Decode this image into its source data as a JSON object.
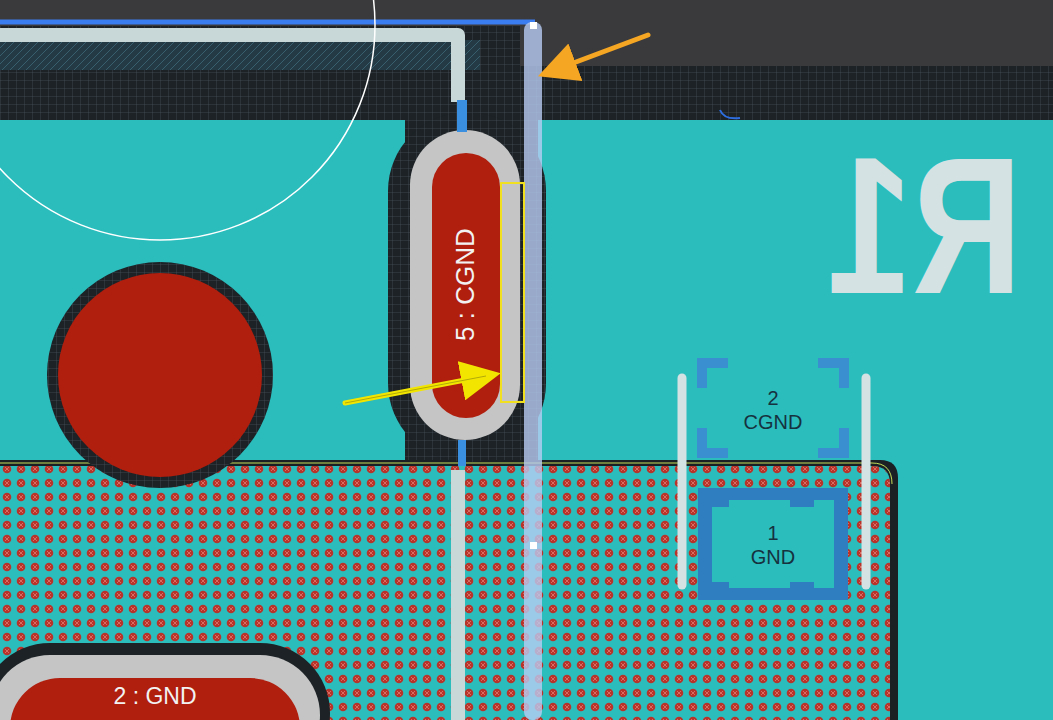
{
  "diagram": {
    "nodes": [
      {
        "text": [
          "5 : CGND"
        ]
      },
      {
        "text": [
          "2",
          "CGND"
        ]
      },
      {
        "text": [
          "1",
          "GND"
        ]
      },
      {
        "text": [
          "2 : GND"
        ]
      }
    ],
    "labels": [
      "R1"
    ]
  }
}
